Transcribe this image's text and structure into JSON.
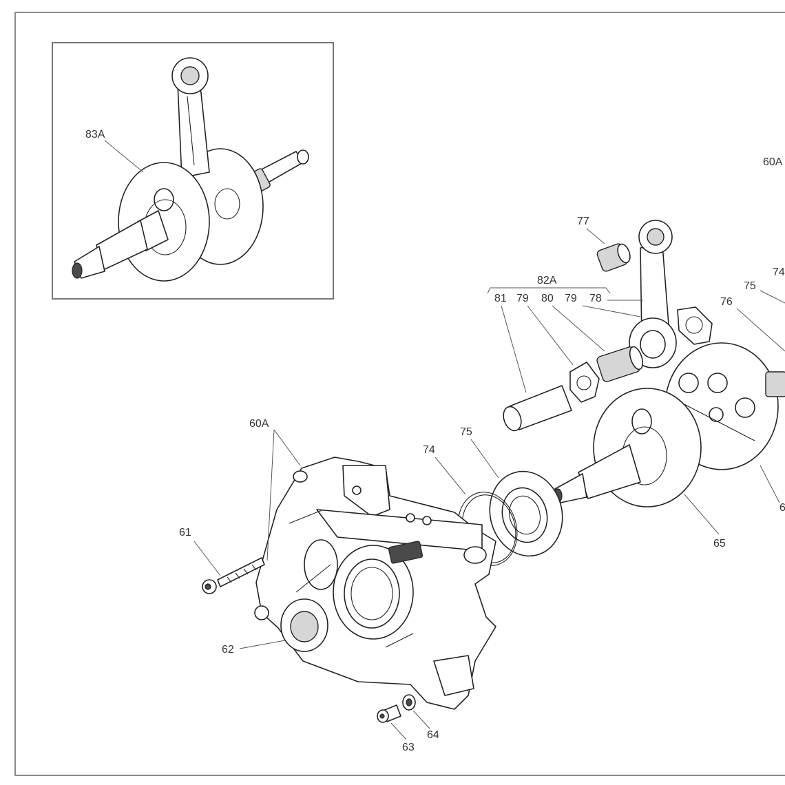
{
  "labels": {
    "inset_crankshaft": "83A",
    "crankcase_upper": "60A",
    "crankcase_left": "60A",
    "small_end_bearing": "77",
    "conrod_kit": "82A",
    "crankpin": "81",
    "thrust_washer_a": "79",
    "big_end_bearing": "80",
    "thrust_washer_b": "79",
    "conrod": "78",
    "circlip_right": "74",
    "bearing_right": "75",
    "flywheel_right": "76",
    "circlip_left": "74",
    "bearing_left": "75",
    "stud": "61",
    "seal": "62",
    "flywheel_left": "65",
    "flywheel_right_edge": "6",
    "screw": "63",
    "washer": "64"
  }
}
